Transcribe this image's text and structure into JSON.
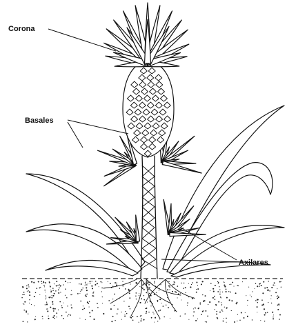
{
  "diagram": {
    "labels": {
      "corona": "Corona",
      "basales": "Basales",
      "axilares": "Axilares"
    },
    "colors": {
      "ink": "#111111",
      "paper": "#ffffff"
    }
  }
}
